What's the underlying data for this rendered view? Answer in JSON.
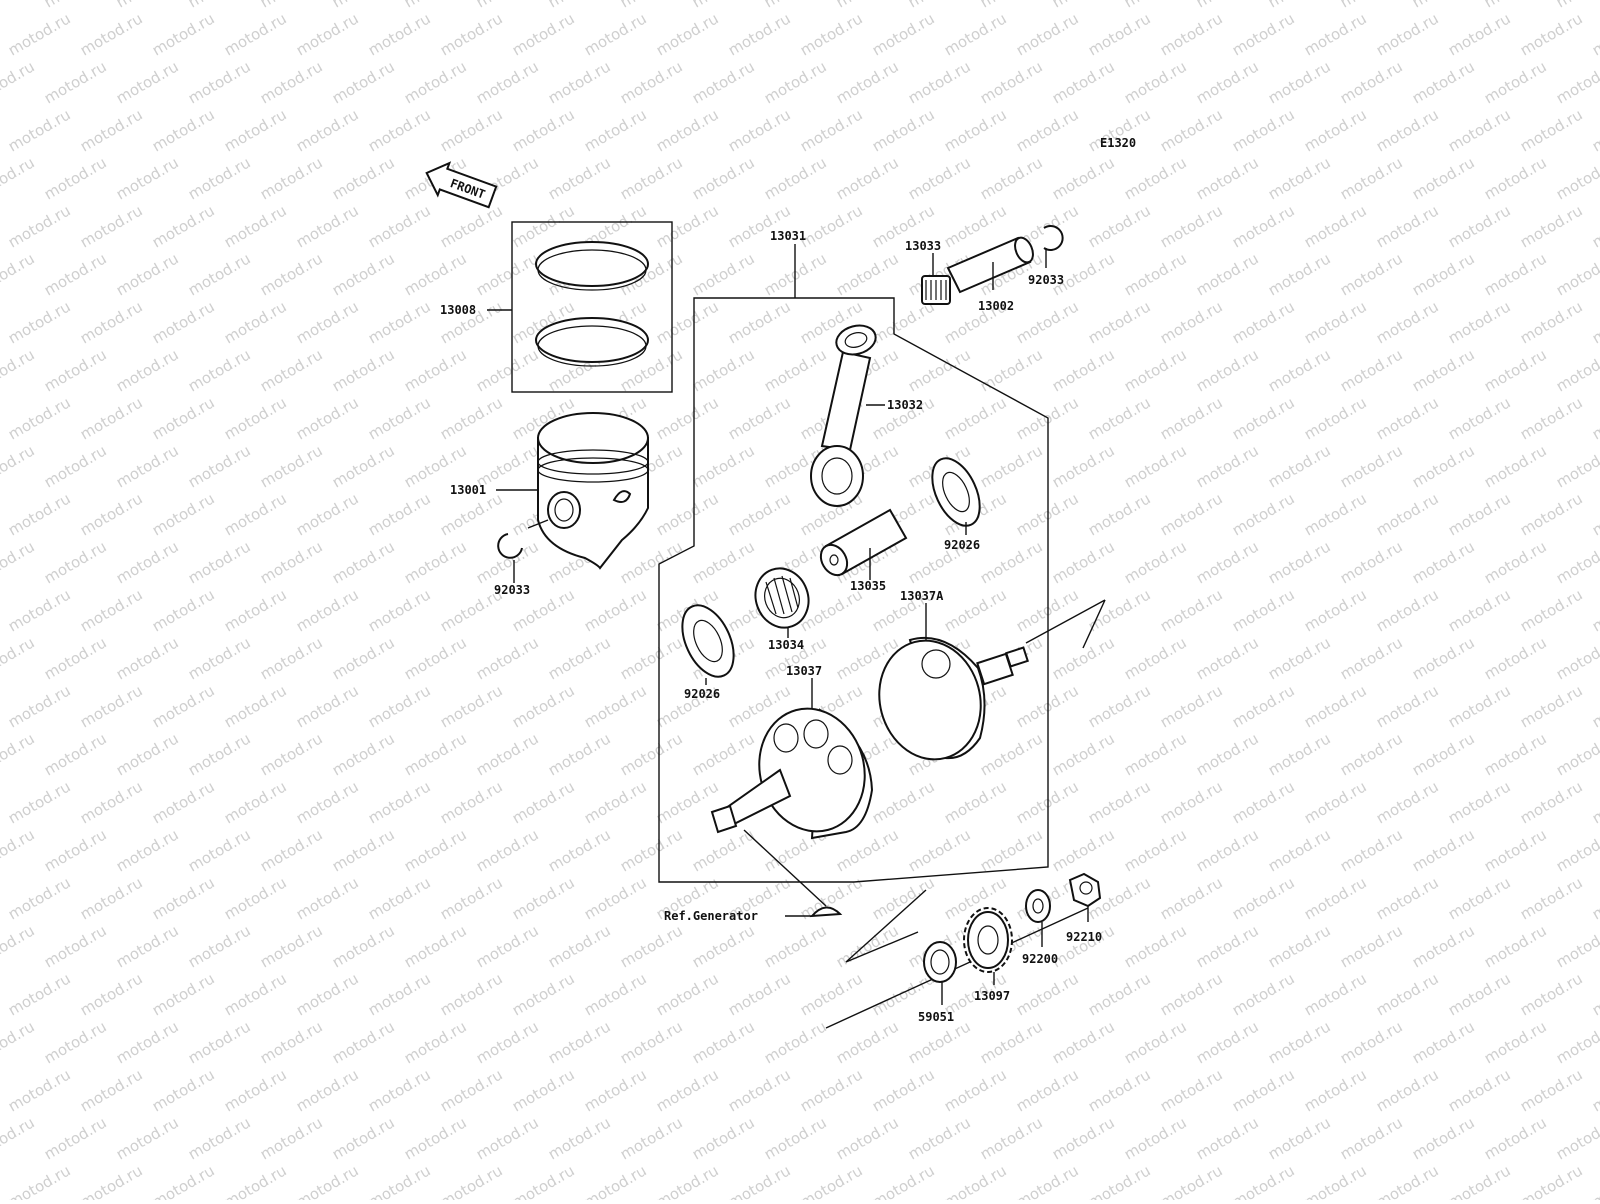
{
  "watermark": "motod.ru",
  "diagram_code": "E1320",
  "front_label": "FRONT",
  "reference_label": "Ref.Generator",
  "labels": {
    "ring_set": "13008",
    "piston": "13001",
    "circlip_left": "92033",
    "crankshaft_assy": "13031",
    "connecting_rod": "13032",
    "needle_bearing_small": "13033",
    "piston_pin": "13002",
    "circlip_right": "92033",
    "washer_right": "92026",
    "crank_pin": "13035",
    "needle_bearing_big": "13034",
    "washer_left": "92026",
    "flywheel_right": "13037A",
    "flywheel_left": "13037",
    "gear_bearing": "59051",
    "primary_gear": "13097",
    "washer_gear": "92200",
    "nut": "92210"
  }
}
